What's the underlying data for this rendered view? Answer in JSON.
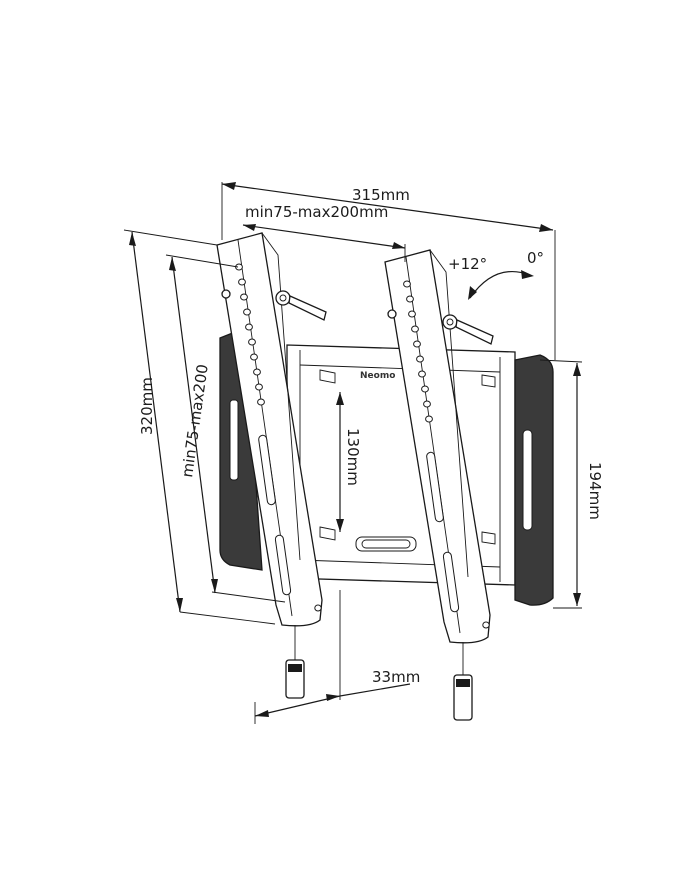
{
  "diagram": {
    "dimensions": {
      "overall_width": "315mm",
      "vesa_width": "min75-max200mm",
      "overall_height": "320mm",
      "vesa_height": "min75-max200",
      "plate_height": "130mm",
      "frame_height": "194mm",
      "depth": "33mm"
    },
    "tilt": {
      "plus": "+12°",
      "zero": "0°"
    },
    "brand": "Neomo"
  }
}
